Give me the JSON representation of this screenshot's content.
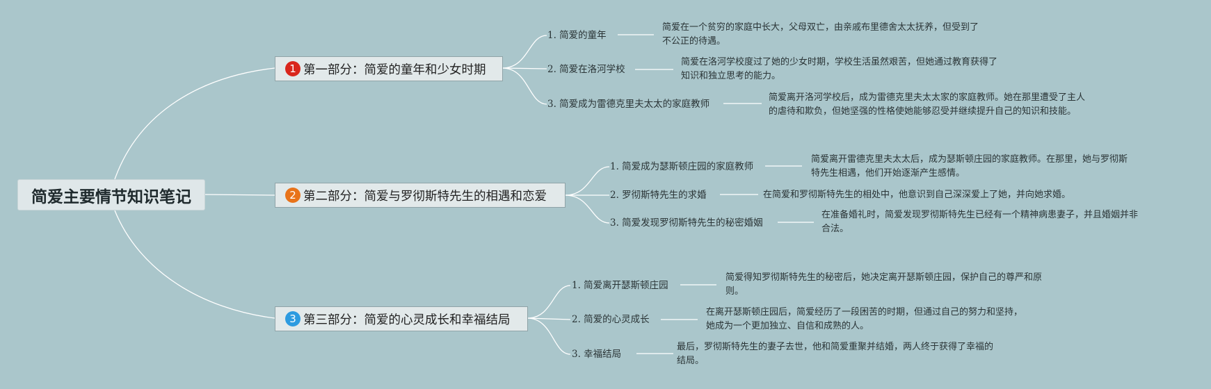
{
  "root": {
    "title": "简爱主要情节知识笔记"
  },
  "colors": {
    "background": "#aac6cb",
    "badge_1": "#d9261c",
    "badge_2": "#e8731a",
    "badge_3": "#2d9be0"
  },
  "sections": [
    {
      "badge": "1",
      "title": "第一部分：简爱的童年和少女时期",
      "topics": [
        {
          "label": "1. 简爱的童年",
          "desc": [
            "简爱在一个贫穷的家庭中长大，父母双亡，由亲戚布里德舍太太抚养，但受到了",
            "不公正的待遇。"
          ]
        },
        {
          "label": "2. 简爱在洛河学校",
          "desc": [
            "简爱在洛河学校度过了她的少女时期，学校生活虽然艰苦，但她通过教育获得了",
            "知识和独立思考的能力。"
          ]
        },
        {
          "label": "3. 简爱成为雷德克里夫太太的家庭教师",
          "desc": [
            "简爱离开洛河学校后，成为雷德克里夫太太家的家庭教师。她在那里遭受了主人",
            "的虐待和欺负，但她坚强的性格使她能够忍受并继续提升自己的知识和技能。"
          ]
        }
      ]
    },
    {
      "badge": "2",
      "title": "第二部分：简爱与罗彻斯特先生的相遇和恋爱",
      "topics": [
        {
          "label": "1. 简爱成为瑟斯顿庄园的家庭教师",
          "desc": [
            "简爱离开雷德克里夫太太后，成为瑟斯顿庄园的家庭教师。在那里，她与罗彻斯",
            "特先生相遇，他们开始逐渐产生感情。"
          ]
        },
        {
          "label": "2. 罗彻斯特先生的求婚",
          "desc": [
            "在简爱和罗彻斯特先生的相处中，他意识到自己深深爱上了她，并向她求婚。"
          ]
        },
        {
          "label": "3. 简爱发现罗彻斯特先生的秘密婚姻",
          "desc": [
            "在准备婚礼时，简爱发现罗彻斯特先生已经有一个精神病患妻子，并且婚姻并非",
            "合法。"
          ]
        }
      ]
    },
    {
      "badge": "3",
      "title": "第三部分：简爱的心灵成长和幸福结局",
      "topics": [
        {
          "label": "1. 简爱离开瑟斯顿庄园",
          "desc": [
            "简爱得知罗彻斯特先生的秘密后，她决定离开瑟斯顿庄园，保护自己的尊严和原",
            "则。"
          ]
        },
        {
          "label": "2. 简爱的心灵成长",
          "desc": [
            "在离开瑟斯顿庄园后，简爱经历了一段困苦的时期，但通过自己的努力和坚持，",
            "她成为一个更加独立、自信和成熟的人。"
          ]
        },
        {
          "label": "3. 幸福结局",
          "desc": [
            "最后，罗彻斯特先生的妻子去世，他和简爱重聚并结婚，两人终于获得了幸福的",
            "结局。"
          ]
        }
      ]
    }
  ]
}
